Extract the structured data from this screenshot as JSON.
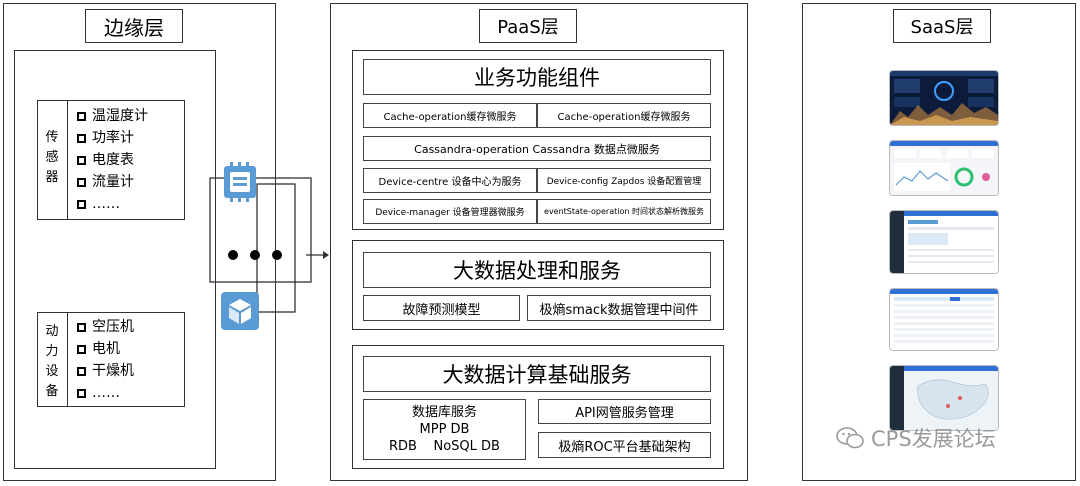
{
  "edge": {
    "title": "边缘层",
    "sensors": {
      "label": "传感器",
      "items": [
        "温湿度计",
        "功率计",
        "电度表",
        "流量计",
        "……"
      ]
    },
    "power": {
      "label": "动力设备",
      "items": [
        "空压机",
        "电机",
        "干燥机",
        "……"
      ]
    }
  },
  "paas": {
    "title": "PaaS层",
    "business": {
      "title": "业务功能组件",
      "cells": [
        "Cache-operation缓存微服务",
        "Cache-operation缓存微服务",
        "Cassandra-operation Cassandra 数据点微服务",
        "Device-centre 设备中心为服务",
        "Device-config Zapdos 设备配置管理",
        "Device-manager 设备管理器微服务",
        "eventState-operation 时间状态解析微服务"
      ]
    },
    "bigdata": {
      "title": "大数据处理和服务",
      "cells": [
        "故障预测模型",
        "极熵smack数据管理中间件"
      ]
    },
    "compute": {
      "title": "大数据计算基础服务",
      "db": [
        "数据库服务",
        "MPP DB",
        "RDB    NoSQL DB"
      ],
      "api": "API网管服务管理",
      "roc": "极熵ROC平台基础架构"
    }
  },
  "saas": {
    "title": "SaaS层",
    "watermark": "CPS发展论坛"
  },
  "colors": {
    "border": "#333333",
    "icon_blue": "#5b9bd5",
    "screen_dark": "#0d1b3a"
  }
}
